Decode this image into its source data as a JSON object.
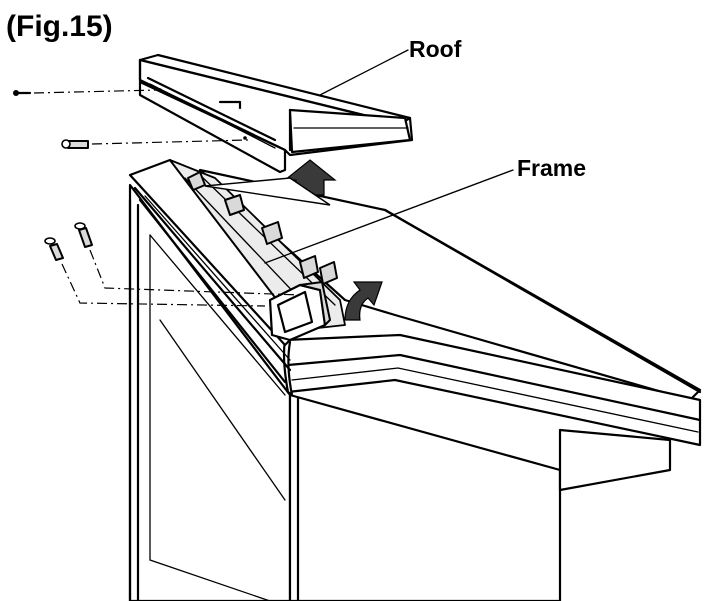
{
  "figure": {
    "label": "(Fig.15)"
  },
  "callouts": {
    "roof": "Roof",
    "frame": "Frame"
  },
  "icons": {
    "screw": "screw-icon",
    "up_arrow": "up-arrow-icon",
    "curved_arrow": "curved-arrow-icon"
  }
}
